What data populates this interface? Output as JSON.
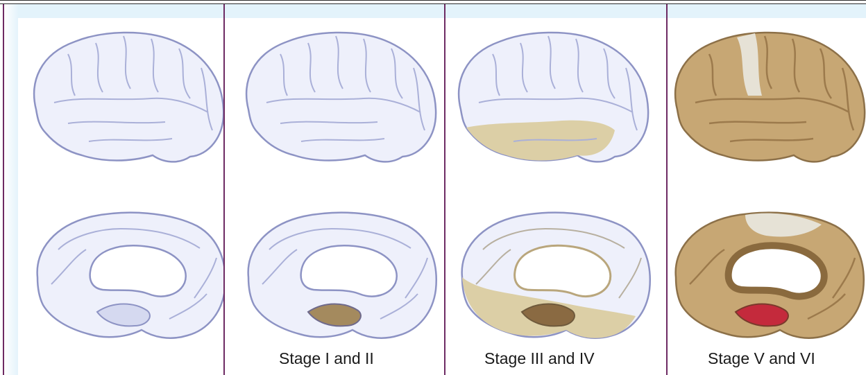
{
  "panels": [
    {
      "id": "control",
      "label": "",
      "lateral_fill": "none",
      "medial_fill": "none"
    },
    {
      "id": "stage-1-2",
      "label": "Stage I and II",
      "lateral_fill": "none",
      "medial_fill": "entorhinal"
    },
    {
      "id": "stage-3-4",
      "label": "Stage III and IV",
      "lateral_fill": "temporal",
      "medial_fill": "limbic"
    },
    {
      "id": "stage-5-6",
      "label": "Stage V and VI",
      "lateral_fill": "neocortex",
      "medial_fill": "neocortex"
    }
  ],
  "colors": {
    "healthy": "#eef0fb",
    "outline": "#8d93c4",
    "light_tan": "#dccfa6",
    "tan": "#c7a774",
    "dark_tan": "#9c7a4c",
    "red": "#c42a3c",
    "separator": "#6d2a63",
    "band": "#e3f3fb"
  }
}
